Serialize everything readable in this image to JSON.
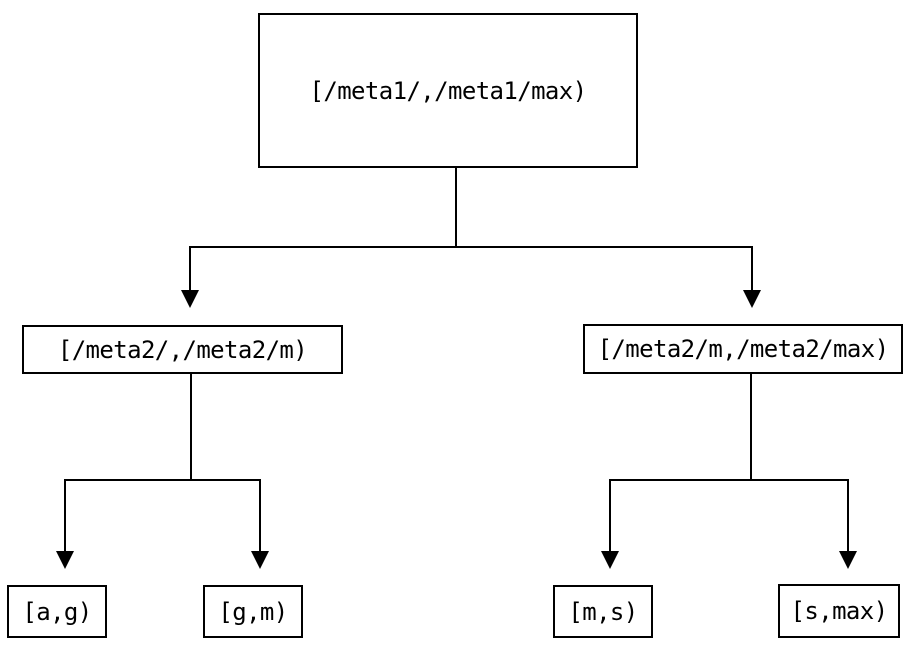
{
  "diagram": {
    "type": "tree",
    "colors": {
      "background": "#ffffff",
      "line": "#000000",
      "text": "#000000"
    },
    "nodes": {
      "root": {
        "label": "[/meta1/,/meta1/max)"
      },
      "left_child": {
        "label": "[/meta2/,/meta2/m)"
      },
      "right_child": {
        "label": "[/meta2/m,/meta2/max)"
      },
      "leaf_ag": {
        "label": "[a,g)"
      },
      "leaf_gm": {
        "label": "[g,m)"
      },
      "leaf_ms": {
        "label": "[m,s)"
      },
      "leaf_smax": {
        "label": "[s,max)"
      }
    },
    "edges": [
      {
        "from": "root",
        "to": "left_child"
      },
      {
        "from": "root",
        "to": "right_child"
      },
      {
        "from": "left_child",
        "to": "leaf_ag"
      },
      {
        "from": "left_child",
        "to": "leaf_gm"
      },
      {
        "from": "right_child",
        "to": "leaf_ms"
      },
      {
        "from": "right_child",
        "to": "leaf_smax"
      }
    ]
  }
}
